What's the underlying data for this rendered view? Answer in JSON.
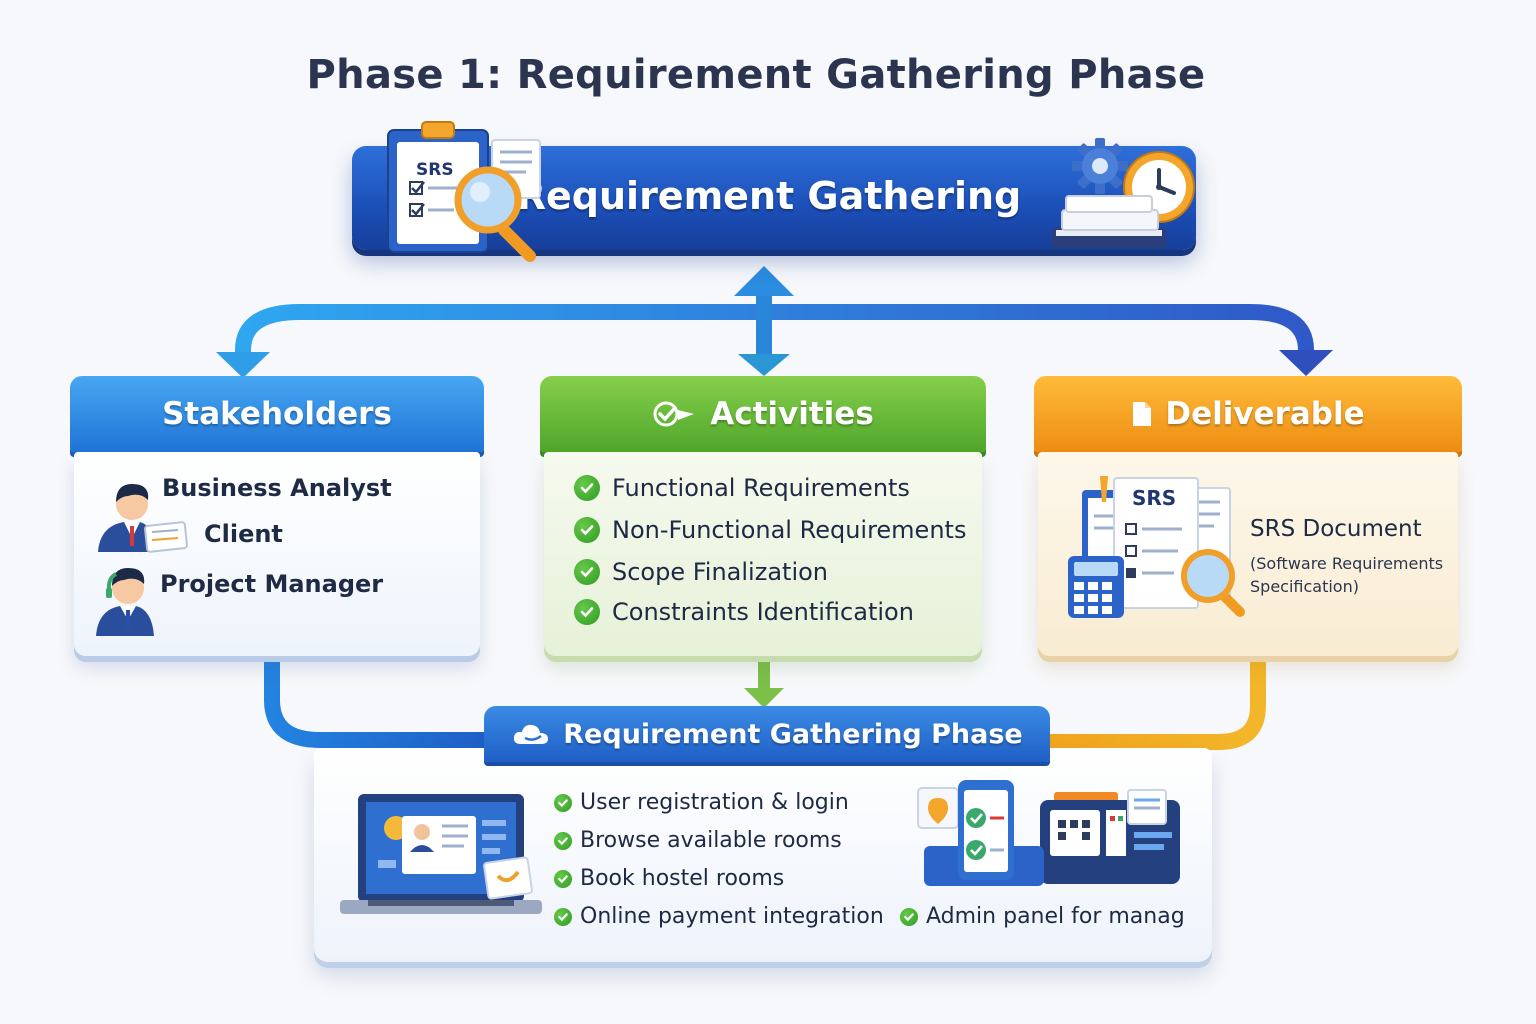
{
  "title": "Phase 1: Requirement Gathering Phase",
  "banner": {
    "title": "Requirement Gathering",
    "doc_badge": "SRS"
  },
  "stakeholders": {
    "heading": "Stakeholders",
    "items": [
      "Business Analyst",
      "Client",
      "Project Manager"
    ]
  },
  "activities": {
    "heading": "Activities",
    "items": [
      "Functional Requirements",
      "Non-Functional Requirements",
      "Scope Finalization",
      "Constraints Identification"
    ]
  },
  "deliverable": {
    "heading": "Deliverable",
    "doc_badge": "SRS",
    "title": "SRS Document",
    "subtitle": "(Software Requirements Specification)"
  },
  "phase_panel": {
    "heading": "Requirement Gathering Phase",
    "features": [
      "User registration & login",
      "Browse available rooms",
      "Book hostel rooms",
      "Online payment integration",
      "Admin panel for manag"
    ]
  },
  "colors": {
    "blue": "#1f6fd6",
    "green": "#4fa62a",
    "orange": "#ee8d12",
    "check_green": "#2f9a22",
    "title_text": "#2c3550"
  },
  "icons": [
    "clipboard-icon",
    "magnifier-icon",
    "gear-icon",
    "clock-icon",
    "books-icon",
    "person-icon",
    "document-icon",
    "calculator-icon",
    "laptop-icon",
    "dashboard-icon"
  ]
}
